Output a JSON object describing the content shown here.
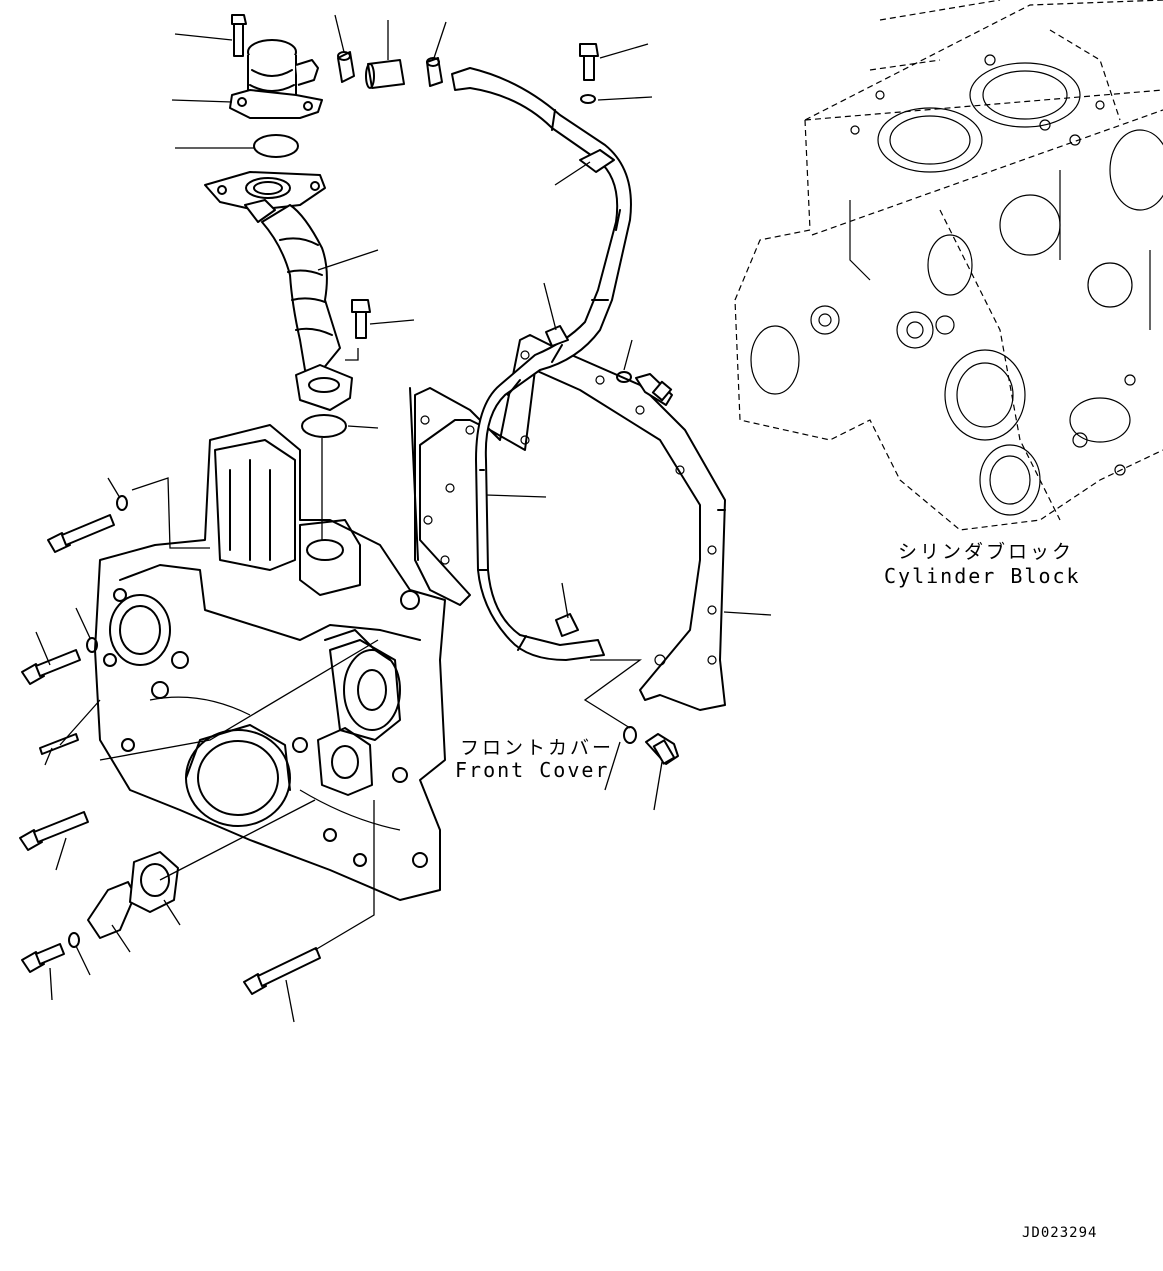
{
  "labels": {
    "cylinder_block_jp": "シリンダブロック",
    "cylinder_block_en": "Cylinder Block",
    "front_cover_jp": "フロントカバー",
    "front_cover_en": "Front Cover",
    "drawing_number": "JD023294"
  },
  "colors": {
    "line": "#000000",
    "background": "#ffffff"
  }
}
